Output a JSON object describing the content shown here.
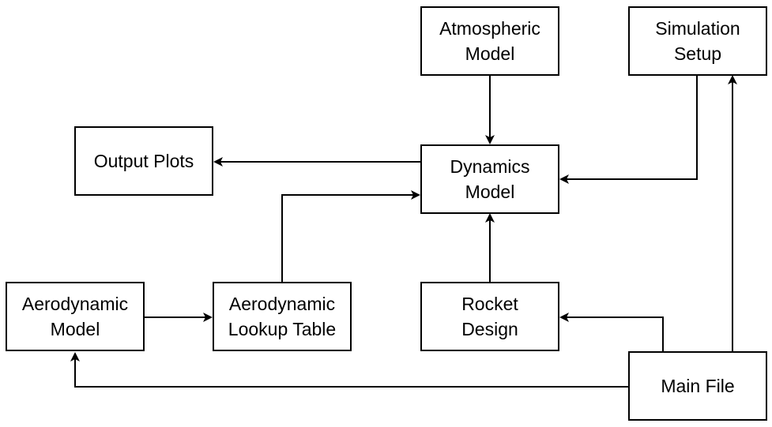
{
  "nodes": {
    "atmospheric_model": "Atmospheric\nModel",
    "simulation_setup": "Simulation\nSetup",
    "output_plots": "Output Plots",
    "dynamics_model": "Dynamics\nModel",
    "aerodynamic_model": "Aerodynamic\nModel",
    "aerodynamic_lookup_table": "Aerodynamic\nLookup Table",
    "rocket_design": "Rocket\nDesign",
    "main_file": "Main File"
  },
  "edges": [
    {
      "from": "Atmospheric Model",
      "to": "Dynamics Model"
    },
    {
      "from": "Simulation Setup",
      "to": "Dynamics Model"
    },
    {
      "from": "Dynamics Model",
      "to": "Output Plots"
    },
    {
      "from": "Aerodynamic Lookup Table",
      "to": "Dynamics Model"
    },
    {
      "from": "Rocket Design",
      "to": "Dynamics Model"
    },
    {
      "from": "Aerodynamic Model",
      "to": "Aerodynamic Lookup Table"
    },
    {
      "from": "Main File",
      "to": "Rocket Design"
    },
    {
      "from": "Main File",
      "to": "Simulation Setup"
    },
    {
      "from": "Main File",
      "to": "Aerodynamic Model"
    }
  ],
  "colors": {
    "stroke": "#000000",
    "fill": "#ffffff"
  }
}
